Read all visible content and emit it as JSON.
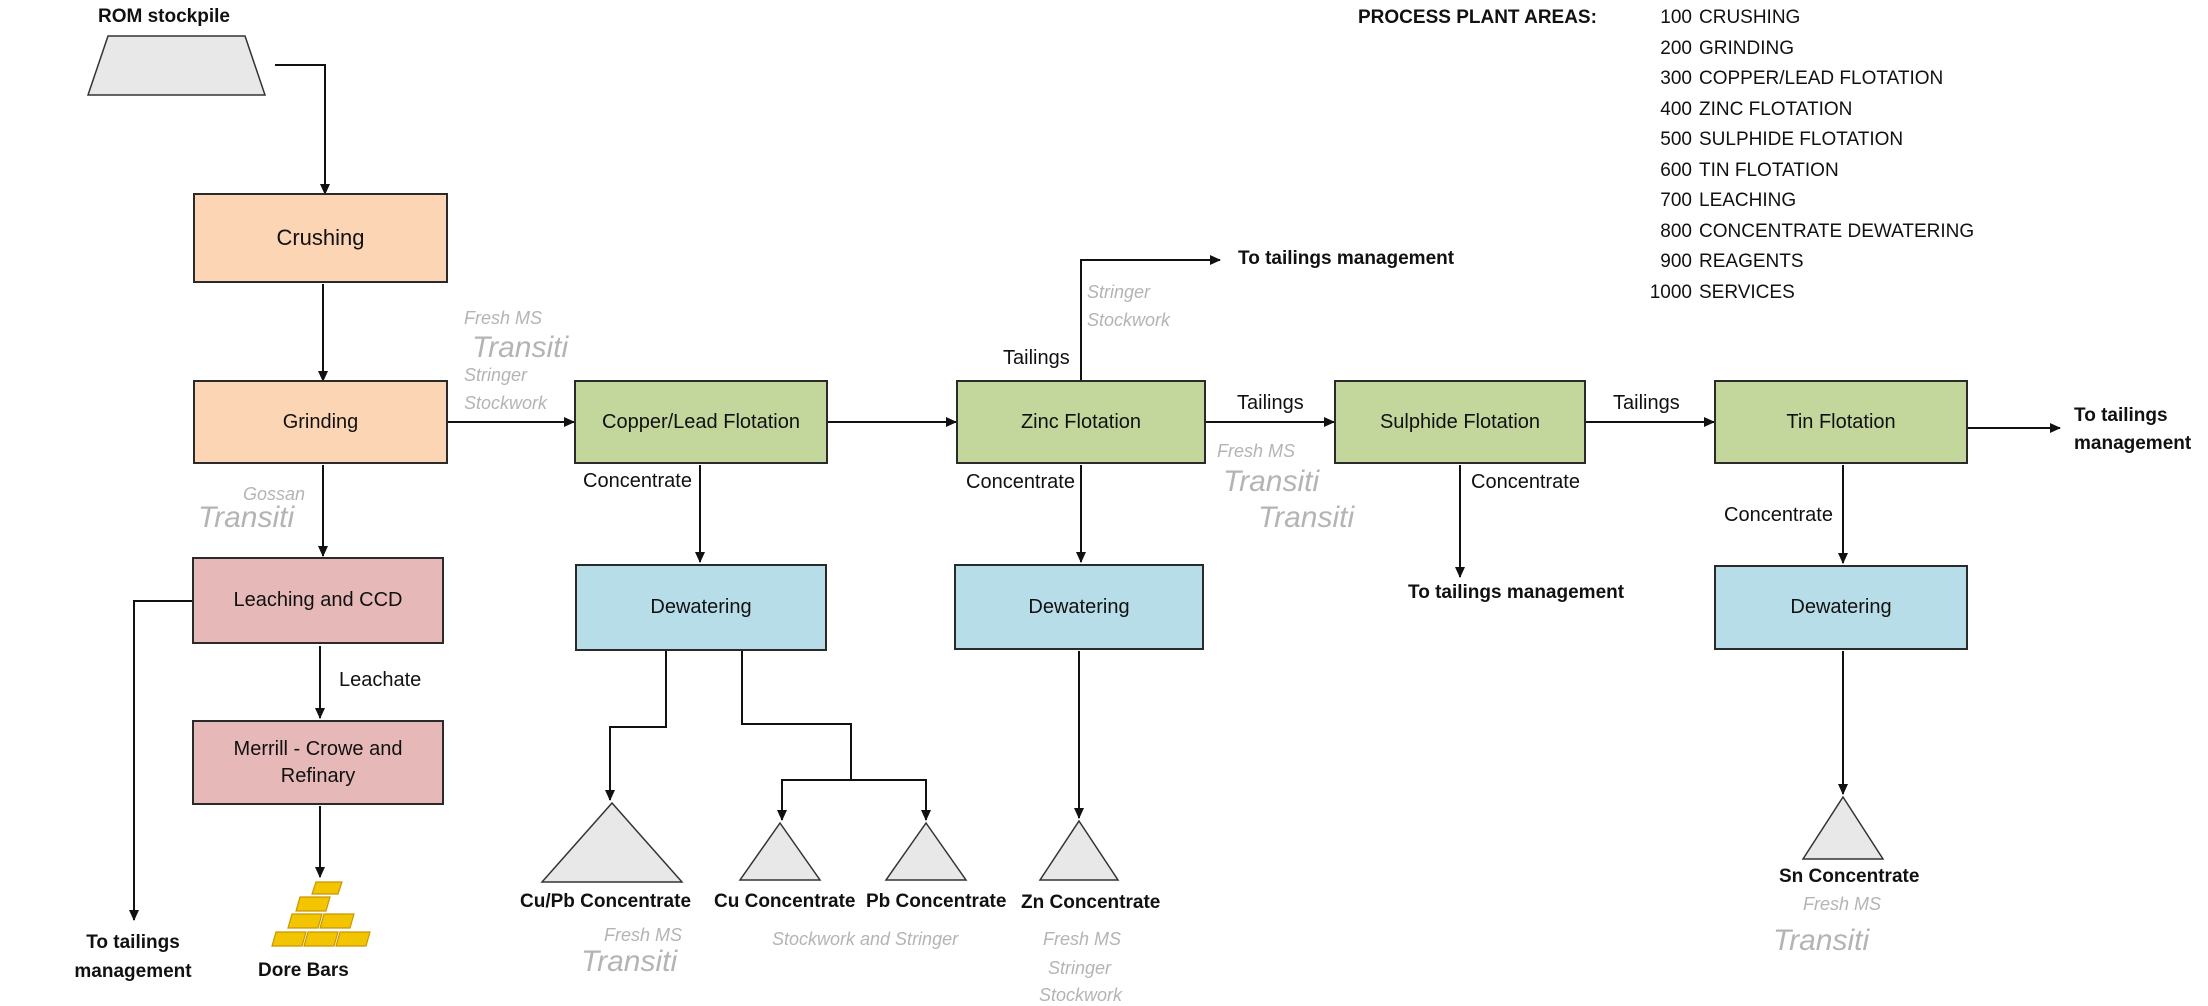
{
  "legend": {
    "title": "PROCESS PLANT AREAS:",
    "items": [
      {
        "num": "100",
        "name": "CRUSHING"
      },
      {
        "num": "200",
        "name": "GRINDING"
      },
      {
        "num": "300",
        "name": "COPPER/LEAD FLOTATION"
      },
      {
        "num": "400",
        "name": "ZINC FLOTATION"
      },
      {
        "num": "500",
        "name": "SULPHIDE FLOTATION"
      },
      {
        "num": "600",
        "name": "TIN FLOTATION"
      },
      {
        "num": "700",
        "name": "LEACHING"
      },
      {
        "num": "800",
        "name": "CONCENTRATE DEWATERING"
      },
      {
        "num": "900",
        "name": "REAGENTS"
      },
      {
        "num": "1000",
        "name": "SERVICES"
      }
    ]
  },
  "nodes": {
    "rom": "ROM stockpile",
    "crushing": "Crushing",
    "grinding": "Grinding",
    "leaching": "Leaching and CCD",
    "merrill": "Merrill - Crowe and Refinary",
    "cu_pb_flotation": "Copper/Lead Flotation",
    "zinc_flotation": "Zinc Flotation",
    "sulphide_flotation": "Sulphide Flotation",
    "tin_flotation": "Tin Flotation",
    "dewatering_cupb": "Dewatering",
    "dewatering_zn": "Dewatering",
    "dewatering_sn": "Dewatering"
  },
  "flows": {
    "concentrate_cupb": "Concentrate",
    "concentrate_zn": "Concentrate",
    "concentrate_sulphide": "Concentrate",
    "concentrate_tin": "Concentrate",
    "tailings_zn_up": "Tailings",
    "tailings_zn_to_sulphide": "Tailings",
    "tailings_sulphide_to_tin": "Tailings",
    "leachate": "Leachate"
  },
  "products": {
    "cupb": "Cu/Pb Concentrate",
    "cu": "Cu Concentrate",
    "pb": "Pb Concentrate",
    "zn": "Zn Concentrate",
    "sn": "Sn Concentrate",
    "dore": "Dore Bars"
  },
  "destinations": {
    "tailings_top": "To tailings management",
    "tailings_right_1": "To tailings",
    "tailings_right_2": "management",
    "tailings_sulphide": "To tailings management",
    "tailings_left_1": "To tailings",
    "tailings_left_2": "management"
  },
  "ore_types": {
    "grinding_1": "Fresh MS",
    "grinding_2": "Transiti",
    "grinding_3": "Stringer",
    "grinding_4": "Stockwork",
    "gossan_1": "Gossan",
    "gossan_2": "Transiti",
    "zinc_tail_1": "Stringer",
    "zinc_tail_2": "Stockwork",
    "sulphide_1": "Fresh MS",
    "sulphide_2": "Transiti",
    "sulphide_3": "Transiti",
    "cupb_1": "Fresh MS",
    "cupb_2": "Transiti",
    "cu_pb": "Stockwork and Stringer",
    "zn_1": "Fresh MS",
    "zn_2": "Stringer",
    "zn_3": "Stockwork",
    "sn_1": "Fresh MS",
    "sn_2": "Transiti"
  },
  "colors": {
    "comminution": "#fcd5b5",
    "leaching": "#e6b9b8",
    "flotation": "#c3d69b",
    "dewatering": "#b7dde8",
    "stockpile": "#e8e8e8",
    "gold": "#f2c500",
    "ore_type_text": "#b4b4b4"
  }
}
